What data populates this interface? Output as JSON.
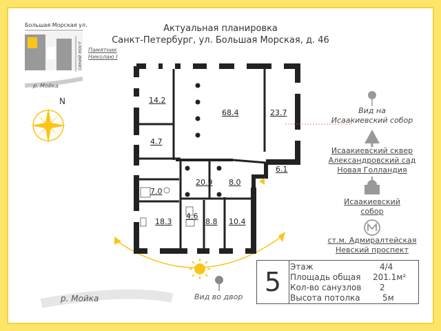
{
  "title": {
    "line1": "Актуальная планировка",
    "line2": "Санкт-Петербург, ул. Большая Морская, д. 46"
  },
  "minimap": {
    "street_top": "Большая Морская ул.",
    "monument": "Памятник Николаю I",
    "bridge": "синий мост",
    "river": "р. Мойка"
  },
  "compass": {
    "north": "N"
  },
  "river_bottom": "р. Мойка",
  "yard_view": "Вид во двор",
  "rooms": [
    "14.2",
    "68.4",
    "23.7",
    "4.7",
    "6.1",
    "20.9",
    "8.0",
    "7.0",
    "18.3",
    "4.6",
    "8.8",
    "10.4"
  ],
  "poi": {
    "view": [
      "Вид на",
      "Исаакиевский собор"
    ],
    "places": [
      "Исаакиевский сквер",
      "Александровский сад",
      "Новая Голландия"
    ],
    "cathedral": [
      "Исаакиевский",
      "собор"
    ],
    "metro": [
      "ст.м. Адмиралтейская",
      "Невский проспект"
    ]
  },
  "info": {
    "floor_number": "5",
    "rows": [
      {
        "label": "Этаж",
        "value": "4/4"
      },
      {
        "label": "Площадь общая",
        "value": "201.1м²"
      },
      {
        "label": "Кол-во санузлов",
        "value": "2"
      },
      {
        "label": "Высота потолка",
        "value": "5м"
      }
    ]
  },
  "colors": {
    "accent": "#fbc419",
    "frame": "#fde56a",
    "wall": "#222222"
  }
}
